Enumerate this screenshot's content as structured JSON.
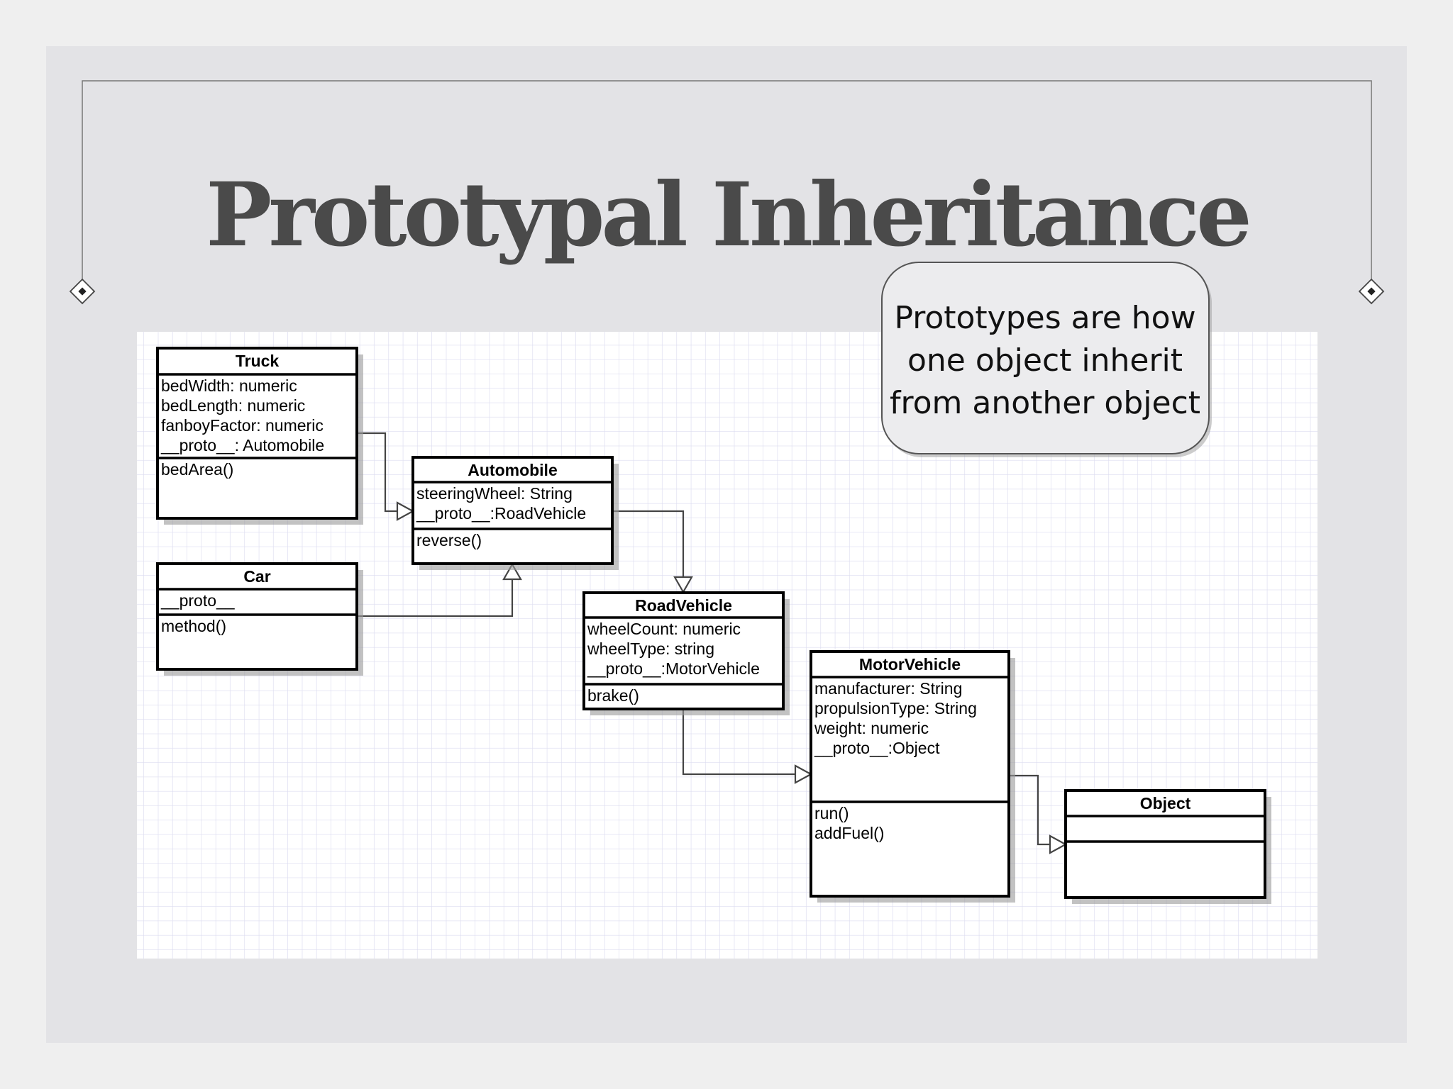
{
  "slide": {
    "title": "Prototypal Inheritance",
    "callout": [
      "Prototypes are how",
      "one object inherit",
      "from another object"
    ]
  },
  "diagram": {
    "classes": {
      "truck": {
        "name": "Truck",
        "attributes": [
          "bedWidth: numeric",
          "bedLength: numeric",
          "fanboyFactor: numeric",
          "__proto__: Automobile"
        ],
        "methods": [
          "bedArea()"
        ]
      },
      "automobile": {
        "name": "Automobile",
        "attributes": [
          "steeringWheel: String",
          "__proto__:RoadVehicle"
        ],
        "methods": [
          "reverse()"
        ]
      },
      "car": {
        "name": "Car",
        "attributes": [
          "__proto__"
        ],
        "methods": [
          "method()"
        ]
      },
      "roadvehicle": {
        "name": "RoadVehicle",
        "attributes": [
          "wheelCount: numeric",
          "wheelType: string",
          "__proto__:MotorVehicle"
        ],
        "methods": [
          "brake()"
        ]
      },
      "motorvehicle": {
        "name": "MotorVehicle",
        "attributes": [
          "manufacturer: String",
          "propulsionType: String",
          "weight: numeric",
          "__proto__:Object"
        ],
        "methods": [
          "run()",
          "addFuel()"
        ]
      },
      "object": {
        "name": "Object",
        "attributes": [],
        "methods": []
      }
    },
    "relations": [
      {
        "from": "Truck",
        "to": "Automobile",
        "type": "generalization"
      },
      {
        "from": "Car",
        "to": "Automobile",
        "type": "generalization"
      },
      {
        "from": "Automobile",
        "to": "RoadVehicle",
        "type": "generalization"
      },
      {
        "from": "RoadVehicle",
        "to": "MotorVehicle",
        "type": "generalization"
      },
      {
        "from": "MotorVehicle",
        "to": "Object",
        "type": "generalization"
      }
    ]
  },
  "colors": {
    "panel": "#e3e3e6",
    "title": "#4a4a4a",
    "grid": "#dcdcf0"
  }
}
